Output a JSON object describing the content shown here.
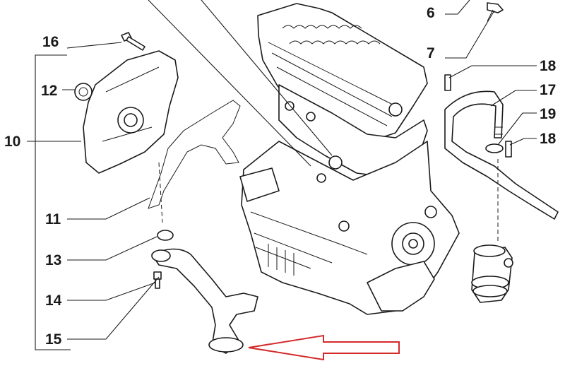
{
  "callouts": {
    "c6": "6",
    "c7": "7",
    "c10": "10",
    "c11": "11",
    "c12": "12",
    "c13": "13",
    "c14": "14",
    "c15": "15",
    "c16": "16",
    "c17": "17",
    "c18a": "18",
    "c18b": "18",
    "c19": "19"
  },
  "colors": {
    "line": "#1a1a1a",
    "arrow": "#d42a2a",
    "background": "#ffffff"
  }
}
